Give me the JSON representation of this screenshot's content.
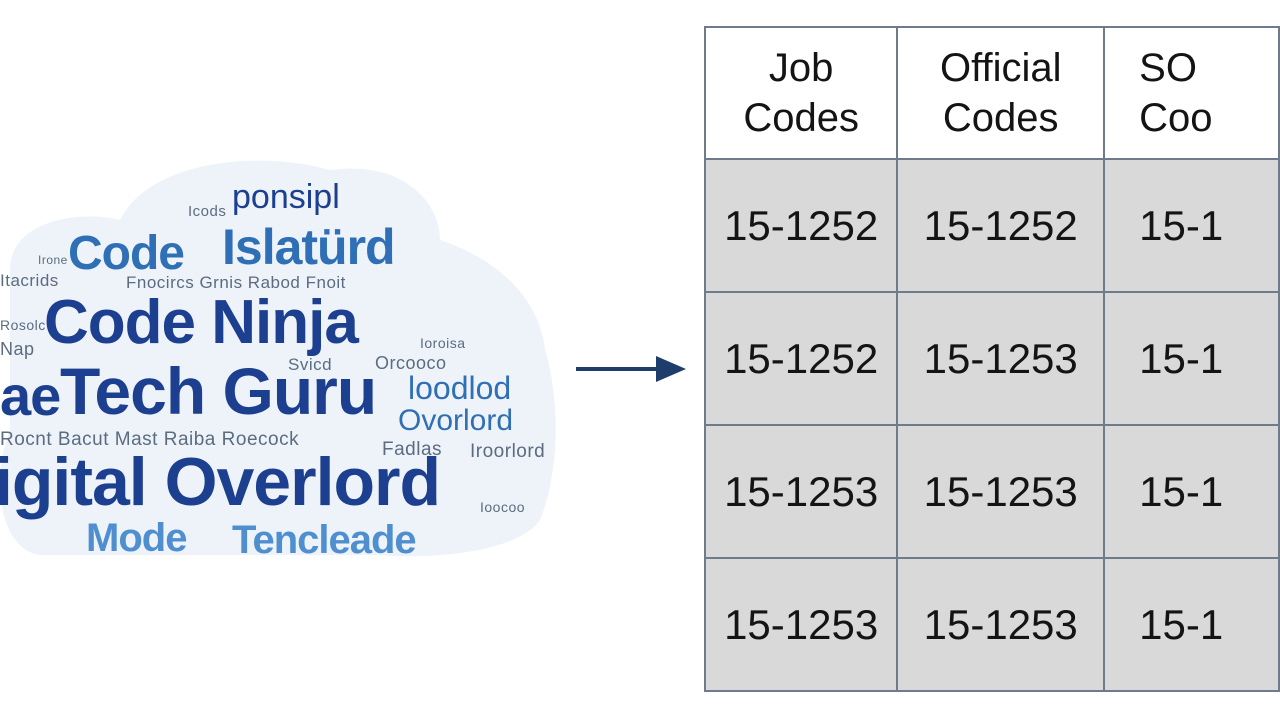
{
  "colors": {
    "dark_blue": "#1c3f8f",
    "mid_blue": "#2f6fb5",
    "light_blue": "#4f8fcf",
    "gray_text": "#5b6c80",
    "arrow": "#1f3d6b",
    "table_border": "#6e7b8a",
    "table_cell": "#d9d9d9"
  },
  "word_cloud": {
    "words": [
      {
        "text": "Code Ninja",
        "size": "big",
        "color": "dark_blue"
      },
      {
        "text": "Tech Guru",
        "size": "big",
        "color": "dark_blue"
      },
      {
        "text": "igital Overlord",
        "size": "big",
        "color": "dark_blue"
      },
      {
        "text": "Code",
        "size": "big",
        "color": "mid_blue"
      },
      {
        "text": "Islatürd",
        "size": "big",
        "color": "mid_blue"
      },
      {
        "text": "Mode",
        "size": "big",
        "color": "light_blue"
      },
      {
        "text": "Tencleade",
        "size": "big",
        "color": "light_blue"
      },
      {
        "text": "ae",
        "size": "big",
        "color": "dark_blue"
      },
      {
        "text": "ponsipl",
        "size": "mid",
        "color": "dark_blue"
      },
      {
        "text": "loodlod",
        "size": "mid",
        "color": "mid_blue"
      },
      {
        "text": "Ovorlord",
        "size": "mid",
        "color": "mid_blue"
      },
      {
        "text": "Icods",
        "size": "small",
        "color": "gray_text"
      },
      {
        "text": "Itacrids",
        "size": "small",
        "color": "gray_text"
      },
      {
        "text": "Irone",
        "size": "small",
        "color": "gray_text"
      },
      {
        "text": "Rosolc",
        "size": "small",
        "color": "gray_text"
      },
      {
        "text": "Nap",
        "size": "small",
        "color": "gray_text"
      },
      {
        "text": "Fnocircs Grnis Rabod Fnoit",
        "size": "small",
        "color": "gray_text"
      },
      {
        "text": "Svicd",
        "size": "small",
        "color": "gray_text"
      },
      {
        "text": "Orcooco",
        "size": "small",
        "color": "gray_text"
      },
      {
        "text": "Rocnt Bacut Mast Raiba Roecock",
        "size": "small",
        "color": "gray_text"
      },
      {
        "text": "Fadlas",
        "size": "small",
        "color": "gray_text"
      },
      {
        "text": "Iroorlord",
        "size": "small",
        "color": "gray_text"
      },
      {
        "text": "Ioroisa",
        "size": "small",
        "color": "gray_text"
      },
      {
        "text": "Ioocoo",
        "size": "small",
        "color": "gray_text"
      }
    ]
  },
  "arrow": {
    "icon": "right-arrow-icon"
  },
  "table": {
    "headers": [
      {
        "line1": "Job",
        "line2": "Codes"
      },
      {
        "line1": "Official",
        "line2": "Codes"
      },
      {
        "line1": "SO",
        "line2": "Coo"
      }
    ],
    "rows": [
      [
        "15-1252",
        "15-1252",
        "15-1"
      ],
      [
        "15-1252",
        "15-1253",
        "15-1"
      ],
      [
        "15-1253",
        "15-1253",
        "15-1"
      ],
      [
        "15-1253",
        "15-1253",
        "15-1"
      ]
    ]
  }
}
